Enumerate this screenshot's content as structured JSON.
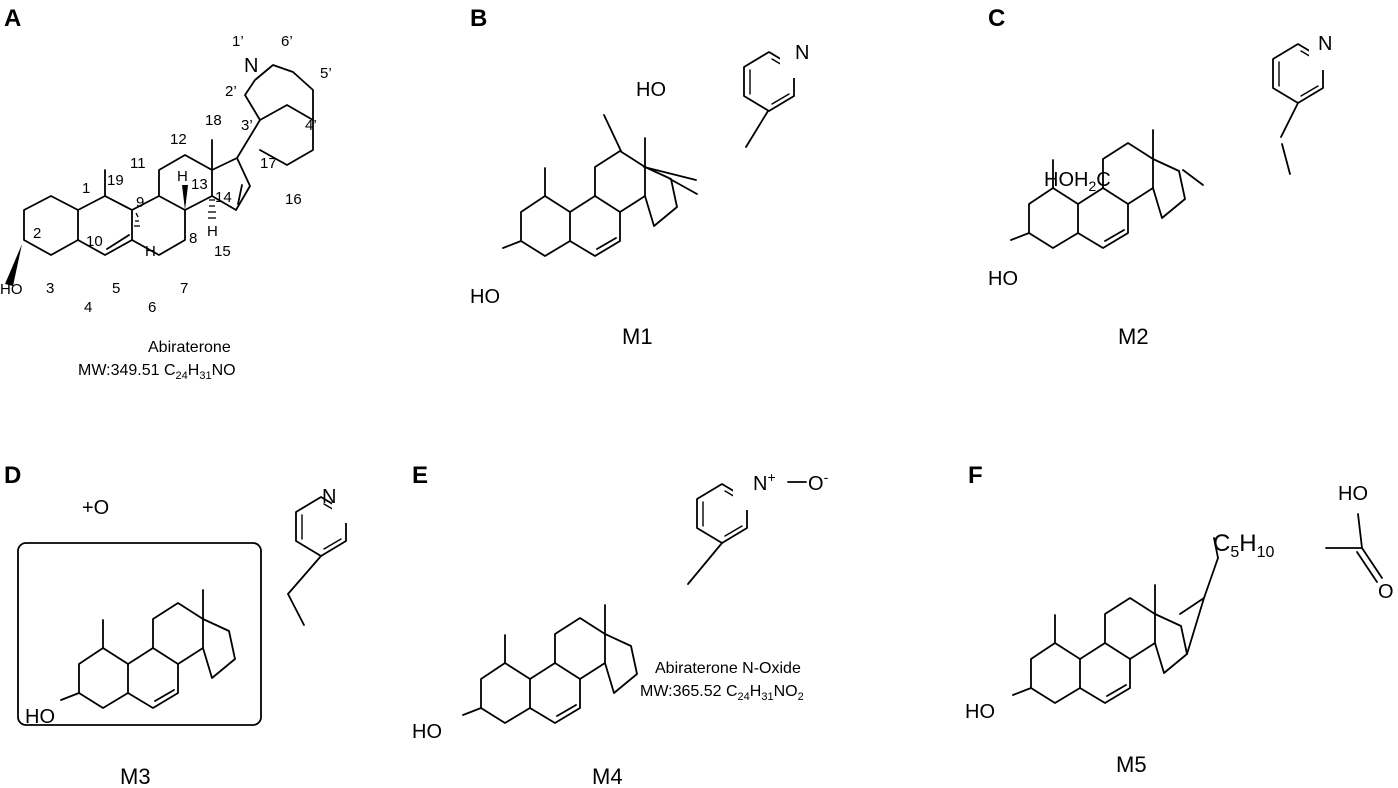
{
  "panels": {
    "A": {
      "letter": "A",
      "name": "Abiraterone",
      "mw": "MW:349.51",
      "formula": {
        "c": "C",
        "c_sub": "24",
        "h": "H",
        "h_sub": "31",
        "rest": "NO"
      },
      "atom_labels": {
        "n": "N",
        "ho": "HO",
        "h": "H"
      },
      "ring_numbers": [
        "1",
        "2",
        "3",
        "4",
        "5",
        "6",
        "7",
        "8",
        "9",
        "10",
        "11",
        "12",
        "13",
        "14",
        "15",
        "16",
        "17",
        "18",
        "19"
      ],
      "pyridine_numbers": [
        "1’",
        "2’",
        "3’",
        "4’",
        "5’",
        "6’"
      ]
    },
    "B": {
      "letter": "B",
      "caption": "M1",
      "atom_labels": {
        "n": "N",
        "ho_top": "HO",
        "ho": "HO"
      }
    },
    "C": {
      "letter": "C",
      "caption": "M2",
      "atom_labels": {
        "n": "N",
        "ho": "HO",
        "hoh2c_a": "HOH",
        "hoh2c_sub": "2",
        "hoh2c_b": "C"
      }
    },
    "D": {
      "letter": "D",
      "caption": "M3",
      "plus_o": "+O",
      "atom_labels": {
        "n": "N",
        "ho": "HO"
      }
    },
    "E": {
      "letter": "E",
      "caption": "M4",
      "name": "Abiraterone N-Oxide",
      "mw": "MW:365.52",
      "formula": {
        "c": "C",
        "c_sub": "24",
        "h": "H",
        "h_sub": "31",
        "n": "NO",
        "n_sub": "2"
      },
      "atom_labels": {
        "n": "N",
        "plus": "+",
        "o": "O",
        "minus": "-",
        "ho": "HO"
      }
    },
    "F": {
      "letter": "F",
      "caption": "M5",
      "atom_labels": {
        "ho": "HO",
        "ho_acid": "HO",
        "o": "O",
        "c": "C",
        "c_sub": "5",
        "h": "H",
        "h_sub": "10"
      }
    }
  }
}
